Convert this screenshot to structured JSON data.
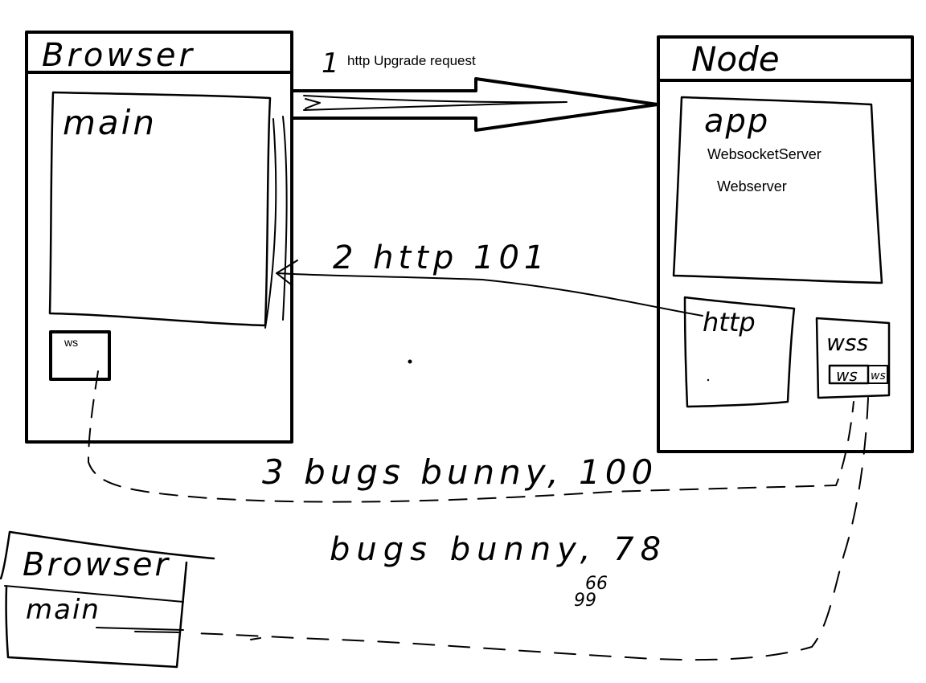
{
  "browser": {
    "title": "Browser",
    "main_label": "main",
    "ws_label": "ws"
  },
  "node": {
    "title": "Node",
    "app_label": "app",
    "app_lines": [
      "WebsocketServer",
      "Webserver"
    ],
    "http_label": "http",
    "wss_label": "wss",
    "wss_inner": [
      "ws",
      "ws"
    ]
  },
  "arrows": {
    "step1": {
      "number": "1",
      "text": "http Upgrade request"
    },
    "step2": {
      "text": "2 http 101"
    },
    "step3": {
      "text": "3 bugs bunny, 100"
    },
    "step3b": {
      "text": "bugs bunny, 78"
    },
    "scribble_numbers": [
      "66",
      "99"
    ]
  },
  "browser2": {
    "title": "Browser",
    "main_label": "main"
  },
  "colors": {
    "ink": "#000000",
    "paper": "#ffffff"
  }
}
